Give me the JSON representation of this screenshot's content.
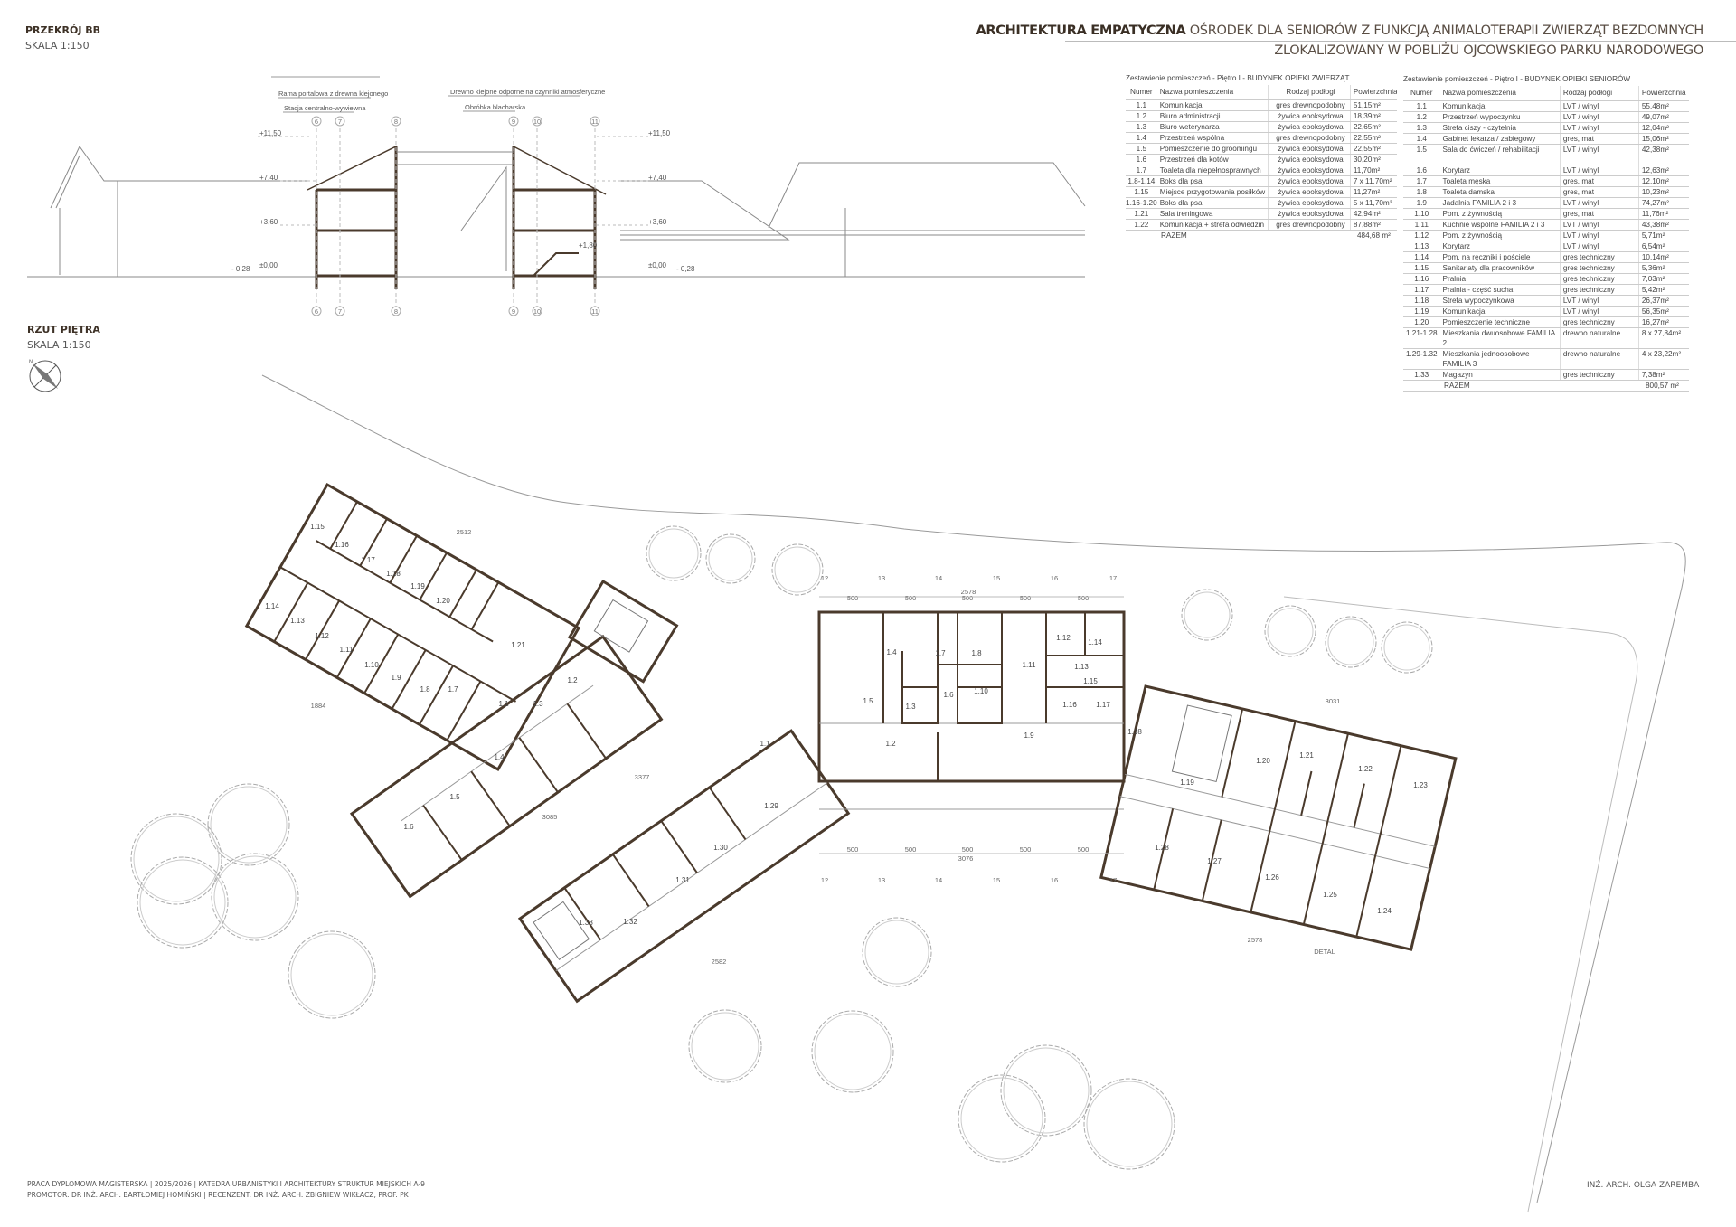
{
  "header": {
    "title_bold": "ARCHITEKTURA EMPATYCZNA",
    "title_rest": "OŚRODEK DLA SENIORÓW Z FUNKCJĄ ANIMALOTERAPII ZWIERZĄT BEZDOMNYCH",
    "subtitle": "ZLOKALIZOWANY W POBLIŻU OJCOWSKIEGO PARKU NARODOWEGO"
  },
  "section": {
    "title": "PRZEKRÓJ BB",
    "scale": "SKALA 1:150",
    "annotations": [
      "Rama portalowa z drewna klejonego",
      "Stacja centralno-wywiewna",
      "Drewno klejone odporne na czynniki atmosferyczne",
      "Obróbka blacharska"
    ],
    "levels": {
      "l1150": "+11,50",
      "l740": "+7,40",
      "l360": "+3,60",
      "l000": "±0,00",
      "lm028": "- 0,28",
      "l180": "+1,80"
    },
    "axes": [
      "6",
      "7",
      "8",
      "9",
      "10",
      "11"
    ]
  },
  "plan": {
    "title": "RZUT PIĘTRA",
    "scale": "SKALA 1:150",
    "north": "N",
    "rooms_animal": [
      "1.15",
      "1.16",
      "1.17",
      "1.18",
      "1.19",
      "1.20",
      "1.21",
      "1.14",
      "1.13",
      "1.12",
      "1.11",
      "1.10",
      "1.9",
      "1.8",
      "1.7",
      "1.1",
      "1.3",
      "1.2",
      "1.4",
      "1.5",
      "1.6"
    ],
    "rooms_central": [
      "1.4",
      "1.7",
      "1.8",
      "1.11",
      "1.12",
      "1.14",
      "1.13",
      "1.15",
      "1.16",
      "1.17",
      "1.5",
      "1.3",
      "1.6",
      "1.10",
      "1.2",
      "1.9"
    ],
    "rooms_south": [
      "1.1",
      "1.29",
      "1.30",
      "1.31",
      "1.32",
      "1.33"
    ],
    "rooms_east": [
      "1.18",
      "1.19",
      "1.20",
      "1.21",
      "1.22",
      "1.23",
      "1.28",
      "1.27",
      "1.26",
      "1.25",
      "1.24"
    ],
    "grid_axes": [
      "12",
      "13",
      "14",
      "15",
      "16",
      "17"
    ],
    "dims": {
      "top_total": "2578",
      "bottom_total": "3076",
      "module": "500",
      "east_total": "3031",
      "east_bottom": "2578",
      "west_total": "2512",
      "west_dim": "1884",
      "south_dim": "2582",
      "mid_dim": "3085",
      "mid_dim2": "3377",
      "detail": "DETAL"
    }
  },
  "table_animal": {
    "title": "Zestawienie pomieszczeń - Piętro I - BUDYNEK OPIEKI ZWIERZĄT",
    "headers": [
      "Numer",
      "Nazwa pomieszczenia",
      "Rodzaj podłogi",
      "Powierzchnia"
    ],
    "rows": [
      [
        "1.1",
        "Komunikacja",
        "gres drewnopodobny",
        "51,15m²"
      ],
      [
        "1.2",
        "Biuro administracji",
        "żywica epoksydowa",
        "18,39m²"
      ],
      [
        "1.3",
        "Biuro weterynarza",
        "żywica epoksydowa",
        "22,65m²"
      ],
      [
        "1.4",
        "Przestrzeń wspólna",
        "gres drewnopodobny",
        "22,55m²"
      ],
      [
        "1.5",
        "Pomieszczenie do groomingu",
        "żywica epoksydowa",
        "22,55m²"
      ],
      [
        "1.6",
        "Przestrzeń dla kotów",
        "żywica epoksydowa",
        "30,20m²"
      ],
      [
        "1.7",
        "Toaleta dla niepełnosprawnych",
        "żywica epoksydowa",
        "11,70m²"
      ],
      [
        "1.8-1.14",
        "Boks dla psa",
        "żywica epoksydowa",
        "7 x 11,70m²"
      ],
      [
        "1.15",
        "Miejsce przygotowania posiłków",
        "żywica epoksydowa",
        "11,27m²"
      ],
      [
        "1.16-1.20",
        "Boks dla psa",
        "żywica epoksydowa",
        "5 x 11,70m²"
      ],
      [
        "1.21",
        "Sala treningowa",
        "żywica epoksydowa",
        "42,94m²"
      ],
      [
        "1.22",
        "Komunikacja + strefa odwiedzin",
        "gres drewnopodobny",
        "87,88m²"
      ]
    ],
    "total_label": "RAZEM",
    "total_value": "484,68 m²"
  },
  "table_senior": {
    "title": "Zestawienie pomieszczeń - Piętro I - BUDYNEK OPIEKI SENIORÓW",
    "headers": [
      "Numer",
      "Nazwa pomieszczenia",
      "Rodzaj podłogi",
      "Powierzchnia"
    ],
    "rows": [
      [
        "1.1",
        "Komunikacja",
        "LVT / winyl",
        "55,48m²"
      ],
      [
        "1.2",
        "Przestrzeń wypoczynku",
        "LVT / winyl",
        "49,07m²"
      ],
      [
        "1.3",
        "Strefa ciszy - czytelnia",
        "LVT / winyl",
        "12,04m²"
      ],
      [
        "1.4",
        "Gabinet lekarza / zabiegowy",
        "gres, mat",
        "15,06m²"
      ],
      [
        "1.5",
        "Sala do ćwiczeń / rehabilitacji",
        "LVT / winyl",
        "42,38m²"
      ],
      [
        "1.6",
        "Korytarz",
        "LVT / winyl",
        "12,63m²"
      ],
      [
        "1.7",
        "Toaleta męska",
        "gres, mat",
        "12,10m²"
      ],
      [
        "1.8",
        "Toaleta damska",
        "gres, mat",
        "10,23m²"
      ],
      [
        "1.9",
        "Jadalnia FAMILIA 2 i 3",
        "LVT / winyl",
        "74,27m²"
      ],
      [
        "1.10",
        "Pom. z żywnością",
        "gres, mat",
        "11,76m²"
      ],
      [
        "1.11",
        "Kuchnie wspólne FAMILIA 2 i 3",
        "LVT / winyl",
        "43,38m²"
      ],
      [
        "1.12",
        "Pom. z żywnością",
        "LVT / winyl",
        "5,71m²"
      ],
      [
        "1.13",
        "Korytarz",
        "LVT / winyl",
        "6,54m²"
      ],
      [
        "1.14",
        "Pom. na ręczniki i pościele",
        "gres techniczny",
        "10,14m²"
      ],
      [
        "1.15",
        "Sanitariaty dla pracowników",
        "gres techniczny",
        "5,36m²"
      ],
      [
        "1.16",
        "Pralnia",
        "gres techniczny",
        "7,03m²"
      ],
      [
        "1.17",
        "Pralnia - część sucha",
        "gres techniczny",
        "5,42m²"
      ],
      [
        "1.18",
        "Strefa wypoczynkowa",
        "LVT / winyl",
        "26,37m²"
      ],
      [
        "1.19",
        "Komunikacja",
        "LVT / winyl",
        "56,35m²"
      ],
      [
        "1.20",
        "Pomieszczenie techniczne",
        "gres techniczny",
        "16,27m²"
      ],
      [
        "1.21-1.28",
        "Mieszkania dwuosobowe FAMILIA 2",
        "drewno naturalne",
        "8 x 27,84m²"
      ],
      [
        "1.29-1.32",
        "Mieszkania jednoosobowe FAMILIA 3",
        "drewno naturalne",
        "4 x 23,22m²"
      ],
      [
        "1.33",
        "Magazyn",
        "gres techniczny",
        "7,38m²"
      ]
    ],
    "total_label": "RAZEM",
    "total_value": "800,57 m²"
  },
  "footer": {
    "line1": "PRACA DYPLOMOWA MAGISTERSKA | 2025/2026 | KATEDRA URBANISTYKI I ARCHITEKTURY STRUKTUR MIEJSKICH A-9",
    "line2": "PROMOTOR: DR INŻ. ARCH. BARTŁOMIEJ HOMIŃSKI | RECENZENT: DR INŻ. ARCH. ZBIGNIEW WIKŁACZ, PROF. PK",
    "author": "INŻ. ARCH. OLGA ZAREMBA"
  },
  "colors": {
    "wall": "#4a3a2c",
    "line": "#9a9a9a",
    "text": "#555555"
  }
}
